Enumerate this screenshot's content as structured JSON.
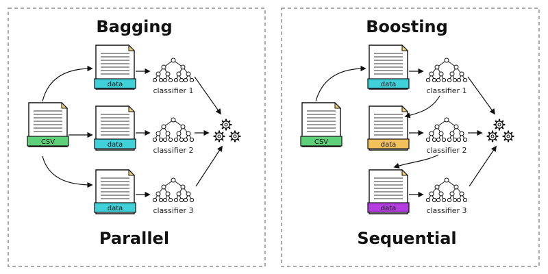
{
  "bagging": {
    "title": "Bagging",
    "subtitle": "Parallel",
    "source_label": "CSV",
    "data_label": "data",
    "classifiers": [
      "classifier 1",
      "classifier 2",
      "classifier 3"
    ]
  },
  "boosting": {
    "title": "Boosting",
    "subtitle": "Sequential",
    "source_label": "CSV",
    "data_labels": [
      "data",
      "data",
      "data"
    ],
    "classifiers": [
      "classifier 1",
      "classifier 2",
      "classifier 3"
    ]
  },
  "colors": {
    "csv_tab": "#5fd07a",
    "data_teal": "#3fd0d8",
    "data_orange": "#f2c15c",
    "data_purple": "#b43de0",
    "file_corner": "#f0d070",
    "stroke": "#111111",
    "panel_border": "#555555"
  }
}
